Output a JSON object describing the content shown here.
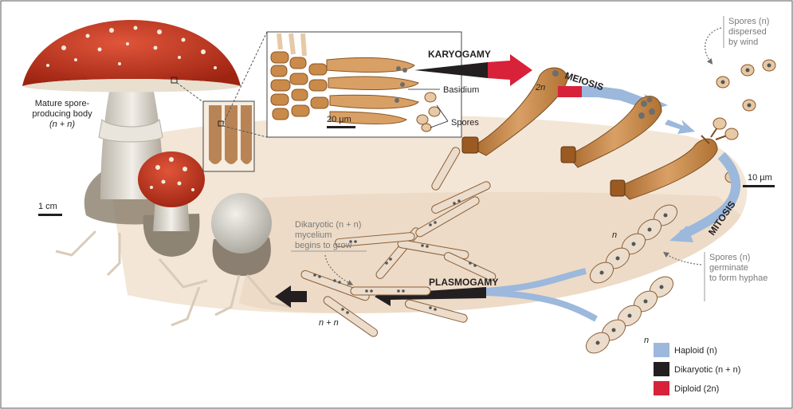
{
  "colors": {
    "haploid": "#9cb8dc",
    "dikaryotic": "#231f20",
    "diploid": "#d7223a",
    "background_band": "#f3e6d6",
    "cap_red": "#c8361f",
    "hypha_fill": "#e9d5c4",
    "stalk": "#c98a4a"
  },
  "labels": {
    "mature_body_1": "Mature spore-",
    "mature_body_2": "producing body",
    "mature_body_3": "(n + n)",
    "karyogamy": "KARYOGAMY",
    "meiosis": "MEIOSIS",
    "mitosis": "MITOSIS",
    "plasmogamy": "PLASMOGAMY",
    "basidium": "Basidium",
    "spores": "Spores",
    "two_n": "2n",
    "scale_20um": "20 µm",
    "scale_10um": "10 µm",
    "scale_1cm": "1 cm",
    "spores_dispersed_1": "Spores (n)",
    "spores_dispersed_2": "dispersed",
    "spores_dispersed_3": "by wind",
    "spores_germinate_1": "Spores (n)",
    "spores_germinate_2": "germinate",
    "spores_germinate_3": "to form hyphae",
    "dikaryotic_mycelium_1": "Dikaryotic (n + n)",
    "dikaryotic_mycelium_2": "mycelium",
    "dikaryotic_mycelium_3": "begins to grow",
    "n_upper": "n",
    "n_lower": "n",
    "n_plus_n": "n + n"
  },
  "legend": [
    {
      "label": "Haploid (n)",
      "color": "#9cb8dc"
    },
    {
      "label": "Dikaryotic (n + n)",
      "color": "#231f20"
    },
    {
      "label": "Diploid (2n)",
      "color": "#d7223a"
    }
  ]
}
